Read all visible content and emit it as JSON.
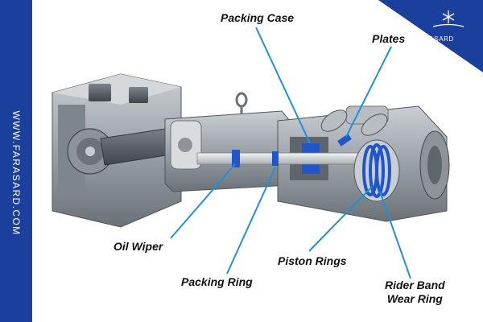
{
  "site": {
    "url": "WWW.FARASARD.COM"
  },
  "brand": {
    "name": "FARASARD",
    "logo_icon": "snowflake-icon"
  },
  "colors": {
    "sidebar": "#1b3f9c",
    "leader": "#1e90e0",
    "accent_blue": "#1f56c9",
    "steel": "#9aa1a7"
  },
  "labels": {
    "packing_case": "Packing Case",
    "plates": "Plates",
    "oil_wiper": "Oil Wiper",
    "packing_ring": "Packing Ring",
    "piston_rings": "Piston Rings",
    "rider_band_line1": "Rider Band",
    "rider_band_line2": "Wear Ring"
  }
}
